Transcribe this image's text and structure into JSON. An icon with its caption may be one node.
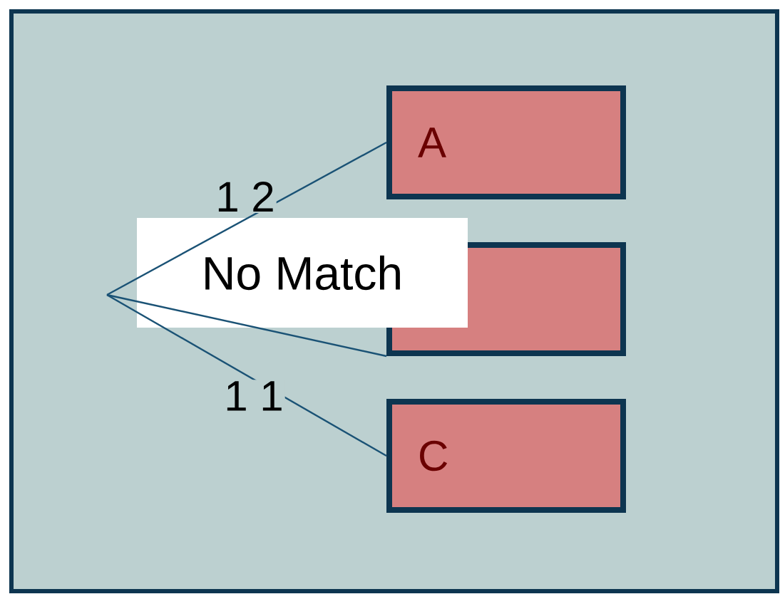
{
  "diagram": {
    "nodes": [
      {
        "text": [
          "A"
        ]
      },
      {
        "text": [
          "No Match"
        ]
      },
      {
        "text": [],
        "shape": "box"
      },
      {
        "text": [
          "C"
        ]
      }
    ],
    "edges": [
      {
        "from": null,
        "to": 0,
        "arrow": "none",
        "label": "1 2"
      },
      {
        "from": null,
        "to": 2,
        "arrow": "none"
      },
      {
        "from": null,
        "to": 3,
        "arrow": "none",
        "label": "1 1"
      }
    ]
  }
}
